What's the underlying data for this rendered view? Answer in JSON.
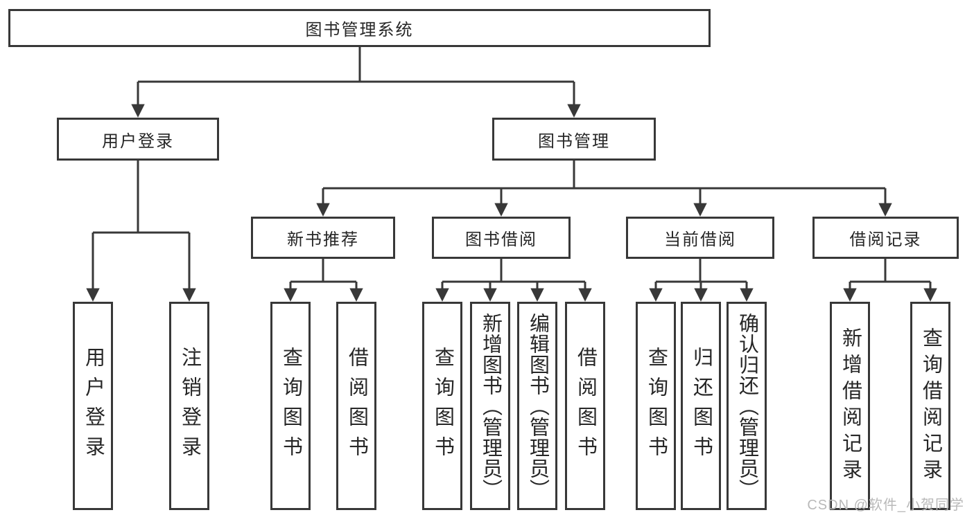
{
  "diagram": {
    "type": "hierarchy-chart",
    "title": "图书管理系统",
    "nodes": [
      {
        "id": "root",
        "label": "图书管理系统",
        "level": 1,
        "parent": null
      },
      {
        "id": "user-login",
        "label": "用户登录",
        "level": 2,
        "parent": "root"
      },
      {
        "id": "book-mgmt",
        "label": "图书管理",
        "level": 2,
        "parent": "root"
      },
      {
        "id": "new-book-rec",
        "label": "新书推荐",
        "level": 3,
        "parent": "book-mgmt"
      },
      {
        "id": "book-borrow",
        "label": "图书借阅",
        "level": 3,
        "parent": "book-mgmt"
      },
      {
        "id": "current-borrow",
        "label": "当前借阅",
        "level": 3,
        "parent": "book-mgmt"
      },
      {
        "id": "borrow-record",
        "label": "借阅记录",
        "level": 3,
        "parent": "book-mgmt"
      },
      {
        "id": "login-leaf",
        "label": "用户登录",
        "level": 4,
        "parent": "user-login"
      },
      {
        "id": "logout-leaf",
        "label": "注销登录",
        "level": 4,
        "parent": "user-login"
      },
      {
        "id": "nbr-query-book",
        "label": "查询图书",
        "level": 4,
        "parent": "new-book-rec"
      },
      {
        "id": "nbr-borrow-book",
        "label": "借阅图书",
        "level": 4,
        "parent": "new-book-rec"
      },
      {
        "id": "bb-query-book",
        "label": "查询图书",
        "level": 4,
        "parent": "book-borrow"
      },
      {
        "id": "bb-add-book",
        "label": "新增图书（管理员）",
        "level": 4,
        "parent": "book-borrow"
      },
      {
        "id": "bb-edit-book",
        "label": "编辑图书（管理员）",
        "level": 4,
        "parent": "book-borrow"
      },
      {
        "id": "bb-borrow-book",
        "label": "借阅图书",
        "level": 4,
        "parent": "book-borrow"
      },
      {
        "id": "cb-query-book",
        "label": "查询图书",
        "level": 4,
        "parent": "current-borrow"
      },
      {
        "id": "cb-return-book",
        "label": "归还图书",
        "level": 4,
        "parent": "current-borrow"
      },
      {
        "id": "cb-confirm-return",
        "label": "确认归还（管理员）",
        "level": 4,
        "parent": "current-borrow"
      },
      {
        "id": "br-add-record",
        "label": "新增借阅记录",
        "level": 4,
        "parent": "borrow-record"
      },
      {
        "id": "br-query-record",
        "label": "查询借阅记录",
        "level": 4,
        "parent": "borrow-record"
      }
    ]
  },
  "watermark": {
    "text": "CSDN @软件_小贺同学",
    "color": "#b9b9b9"
  },
  "colors": {
    "line": "#383838",
    "box_border": "#383838",
    "text": "#262626",
    "background": "#ffffff"
  }
}
